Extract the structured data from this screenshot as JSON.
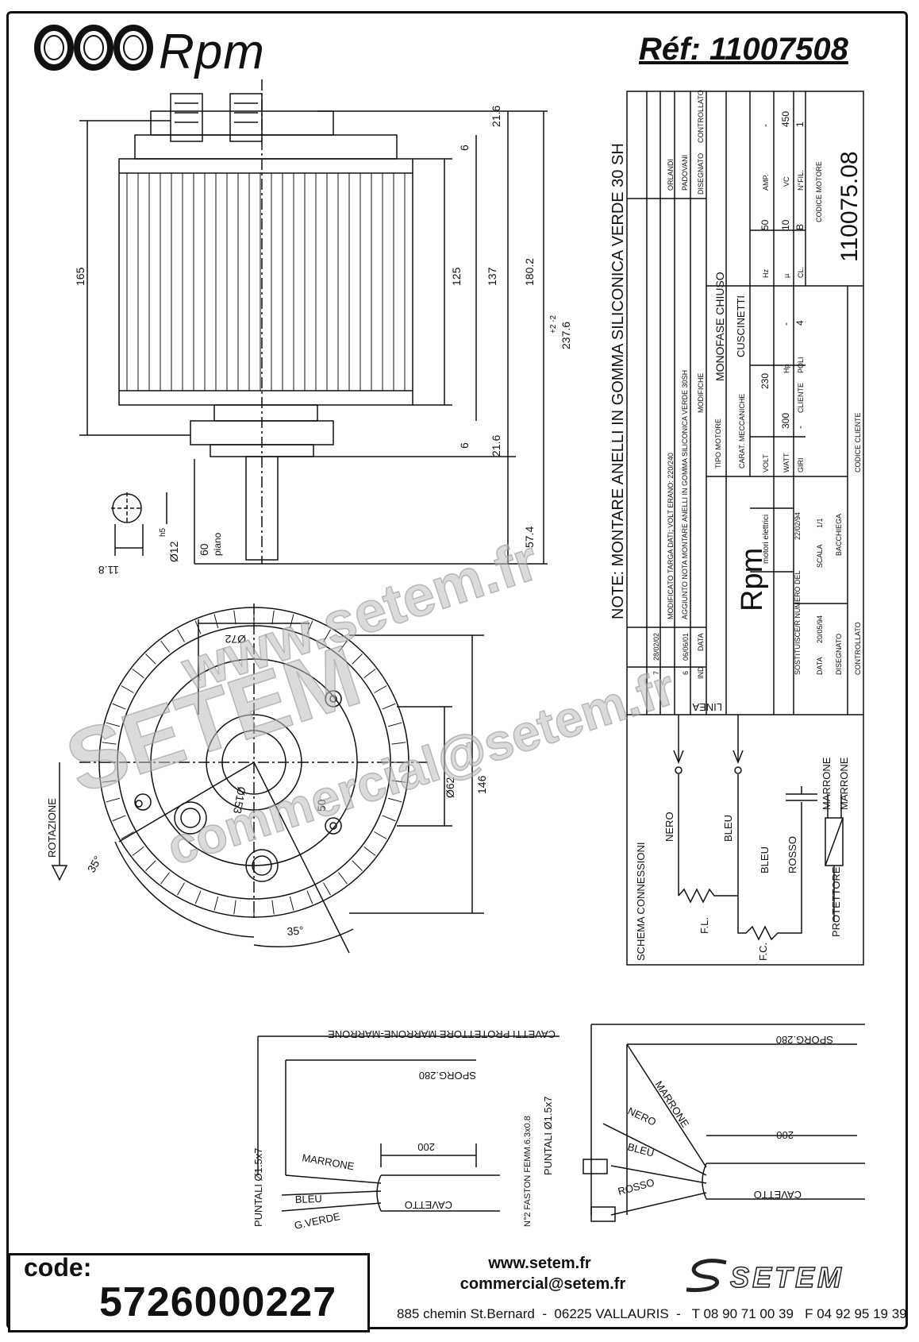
{
  "header": {
    "brand": "Rpm",
    "reference": "Réf:  11007508"
  },
  "drawing": {
    "note": "NOTE:  MONTARE ANELLI IN GOMMA SILICONICA VERDE 30 SH",
    "dims_side": [
      "165",
      "125",
      "137",
      "180.2",
      "237.6",
      "21.6",
      "6",
      "6",
      "21.6",
      "60",
      "57.4",
      "piano"
    ],
    "tolerance": "+2 -2",
    "shaft_section": [
      "Ø12",
      "h5",
      "11.8"
    ],
    "dims_front": [
      "Ø72",
      "Ø62",
      "Ø153",
      "50",
      "146",
      "35°",
      "35°"
    ],
    "rotation_label": "ROTAZIONE"
  },
  "title_block": {
    "revisions": [
      {
        "n": "7",
        "date": "28/02/02",
        "text": "MODIFICATO TARGA DATI; VOLT ERANO: 220/240",
        "designed": "ORLANDI"
      },
      {
        "n": "6",
        "date": "06/06/01",
        "text": "AGGIUNTO NOTA MONTARE ANELLI IN GOMMA SILICONICA VERDE 30SH",
        "designed": "PADOVANI"
      }
    ],
    "rev_headers": {
      "n": "IND",
      "date": "DATA",
      "changes": "MODIFICHE",
      "designed": "DISEGNATO",
      "checked": "CONTROLLATO"
    },
    "logo_text": "Rpm",
    "logo_sub": "motori elettrici",
    "tipo_motore_label": "TIPO MOTORE",
    "tipo_motore": "MONOFASE CHIUSO",
    "carat_label": "CARAT. MECCANICHE",
    "carat": "CUSCINETTI",
    "ratings": [
      [
        "VOLT",
        "230",
        "Hz",
        "50",
        "AMP.",
        "-"
      ],
      [
        "WATT",
        "300",
        "Hp",
        "-",
        "µ",
        "10",
        "VC",
        "450"
      ],
      [
        "GIRI",
        "-",
        "POLI",
        "4",
        "CL.",
        "B",
        "N°FIL.",
        "1"
      ]
    ],
    "codice_motore_label": "CODICE MOTORE",
    "codice_motore": "110075.08",
    "sostituisce": "SOSTITUISCE/R NUMERO DEL",
    "sost_date": "22/02/94",
    "data_label": "DATA",
    "data_value": "20/05/94",
    "scala_label": "SCALA",
    "scala_value": "1/1",
    "disegnato_label": "DISEGNATO",
    "disegnato_value": "BACCHIEGA",
    "controllato_label": "CONTROLLATO",
    "cliente_label": "CLIENTE",
    "codice_cliente_label": "CODICE CLIENTE"
  },
  "schema": {
    "title": "SCHEMA CONNESSIONI",
    "linea": "LINEA",
    "labels": [
      "NERO",
      "BLEU",
      "BLEU",
      "ROSSO",
      "MARRONE",
      "MARRONE",
      "F.L.",
      "F.C.",
      "PROTETTORE"
    ]
  },
  "cables": {
    "left": {
      "header": "CAVETTI PROTETTORE    MARRONE-MARRONE",
      "sporg": "SPORG.280",
      "len": "200",
      "cavetto": "CAVETTO",
      "puntali": "PUNTALI Ø1.5x7",
      "wires": [
        "MARRONE",
        "BLEU",
        "G.VERDE"
      ]
    },
    "right": {
      "sporg": "SPORG.280",
      "len": "200",
      "cavetto": "CAVETTO",
      "puntali": "PUNTALI Ø1.5x7",
      "faston": "N°2 FASTON FEMM.6.3x0.8",
      "wires": [
        "MARRONE",
        "NERO",
        "BLEU",
        "ROSSO"
      ]
    }
  },
  "watermarks": [
    "www.setem.fr",
    "SETEM",
    "commercial@setem.fr"
  ],
  "footer": {
    "code_label": "code:",
    "code_value": "5726000227",
    "website": "www.setem.fr",
    "email": "commercial@setem.fr",
    "address": "885 chemin St.Bernard  -  06225 VALLAURIS  -   T 08 90 71 00 39   F 04 92 95 19 39",
    "company_logo": "SETEM"
  }
}
